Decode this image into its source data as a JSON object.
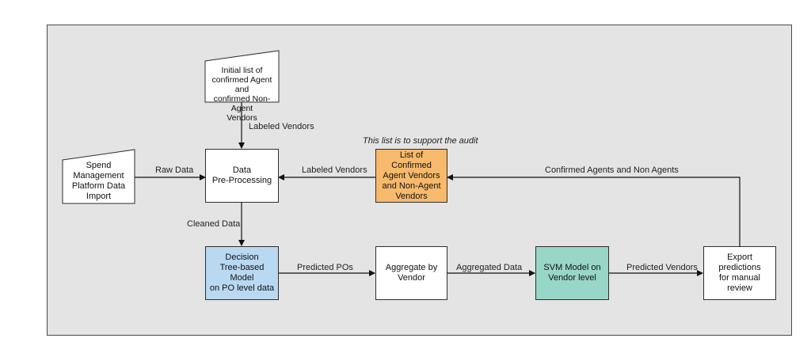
{
  "nodes": {
    "initial_list": "Initial list of\nconfirmed Agent and\nconfirmed Non-Agent\nVendors",
    "spend_import": "Spend\nManagement\nPlatform Data\nImport",
    "preprocessing": "Data\nPre-Processing",
    "confirmed_list": "List of Confirmed\nAgent Vendors\nand Non-Agent\nVendors",
    "decision_tree": "Decision\nTree-based Model\non PO level data",
    "aggregate": "Aggregate by\nVendor",
    "svm_model": "SVM Model on\nVendor level",
    "export": "Export predictions\nfor manual review"
  },
  "edges": {
    "labeled_vendors_top": "Labeled Vendors",
    "raw_data": "Raw Data",
    "labeled_vendors_side": "Labeled Vendors",
    "confirmed_agents": "Confirmed Agents and Non Agents",
    "cleaned_data": "Cleaned Data",
    "predicted_pos": "Predicted POs",
    "aggregated_data": "Aggregated Data",
    "predicted_vendors": "Predicted Vendors"
  },
  "note": "This list is to support the audit",
  "colors": {
    "canvas": "#e4e4e4",
    "decision_tree": "#b9d9f2",
    "confirmed_list": "#f7b96b",
    "svm_model": "#98d6c8",
    "default_node": "#ffffff"
  }
}
